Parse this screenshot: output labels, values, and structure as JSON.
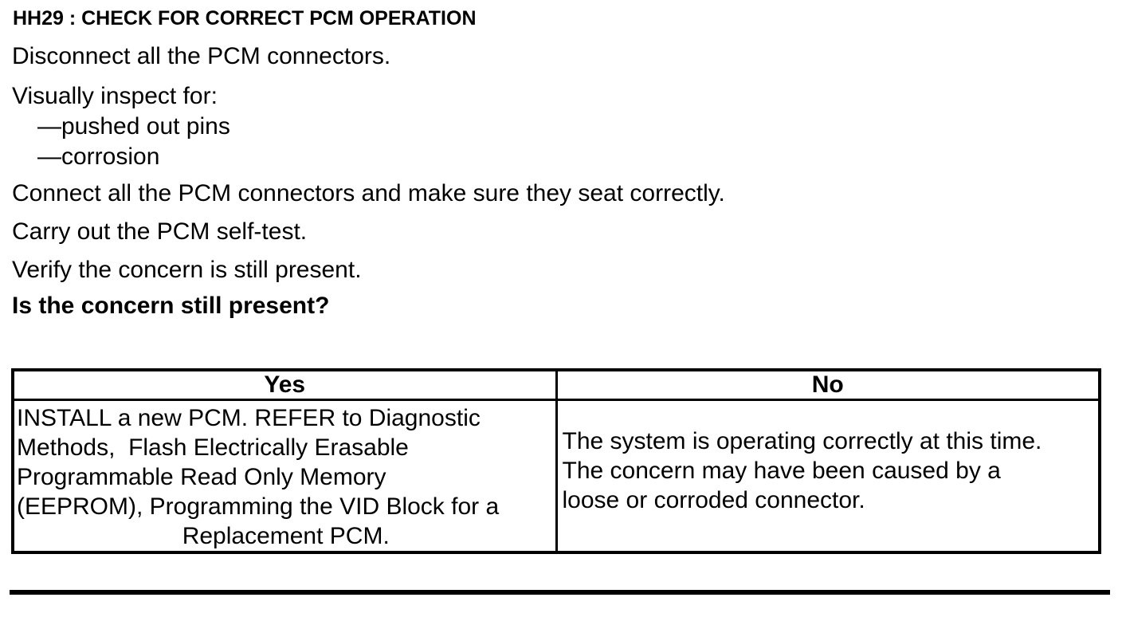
{
  "document": {
    "heading": "HH29 : CHECK FOR CORRECT PCM OPERATION",
    "steps": {
      "step1": "Disconnect all the PCM connectors.",
      "step2": "Visually inspect for:",
      "step2a": "—pushed out pins",
      "step2b": "—corrosion",
      "step3": "Connect all the PCM connectors and make sure they seat correctly.",
      "step4": "Carry out the PCM self-test.",
      "step5": "Verify the concern is still present.",
      "question": "Is the concern still present?"
    },
    "table": {
      "headers": [
        "Yes",
        "No"
      ],
      "yes_cell_lines": [
        "INSTALL a new PCM. REFER to Diagnostic",
        "Methods,  Flash Electrically Erasable",
        "Programmable Read Only Memory",
        "(EEPROM), Programming the VID Block for a",
        "Replacement PCM."
      ],
      "no_cell_lines": [
        "The system is operating correctly at this time.",
        "The concern may have been caused by a",
        "loose or corroded connector."
      ]
    },
    "colors": {
      "text": "#000000",
      "background": "#ffffff",
      "border": "#000000"
    }
  }
}
